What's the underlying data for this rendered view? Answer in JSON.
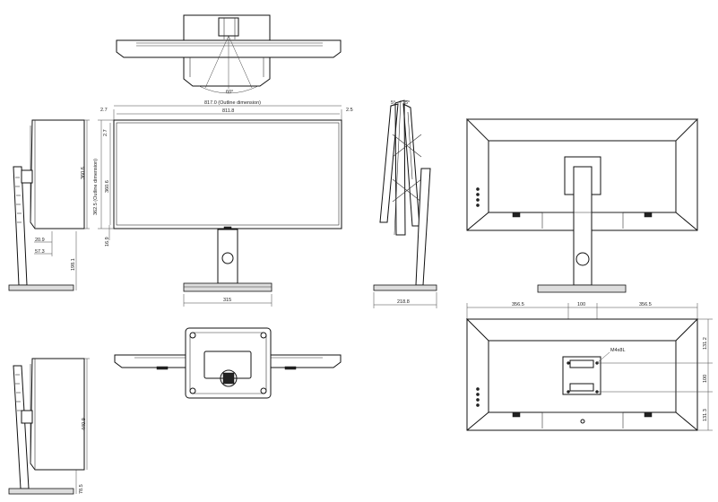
{
  "dimensions": {
    "outline_width": "817.0 (Outline dimension)",
    "panel_width": "811.8",
    "left_bezel": "2.7",
    "right_bezel": "2.5",
    "top_bezel": "2.7",
    "outline_height": "362.5 (Outline dimension)",
    "panel_height": "360.6",
    "bottom_bezel": "16.9",
    "swivel_angle": "60°",
    "base_width": "315",
    "base_depth": "218.8",
    "tilt_forward": "5°",
    "tilt_back": "15°",
    "side_dim_a": "20.9",
    "side_dim_b": "57.3",
    "stand_height": "198.1",
    "vesa_left": "356.5",
    "vesa_spacing": "100",
    "vesa_right": "356.5",
    "vesa_top": "131.2",
    "vesa_vertical": "100",
    "vesa_bottom": "131.3",
    "screw_spec": "M4x8L",
    "pivot_height": "440.9",
    "pivot_base": "78.5"
  },
  "views": {
    "top": "top-view",
    "front": "front-view",
    "side_tilt": "side-tilt-view",
    "back": "back-view",
    "side_left": "side-left-view",
    "bottom": "bottom-view",
    "vesa": "vesa-back-view",
    "side_pivot": "side-pivot-view"
  }
}
